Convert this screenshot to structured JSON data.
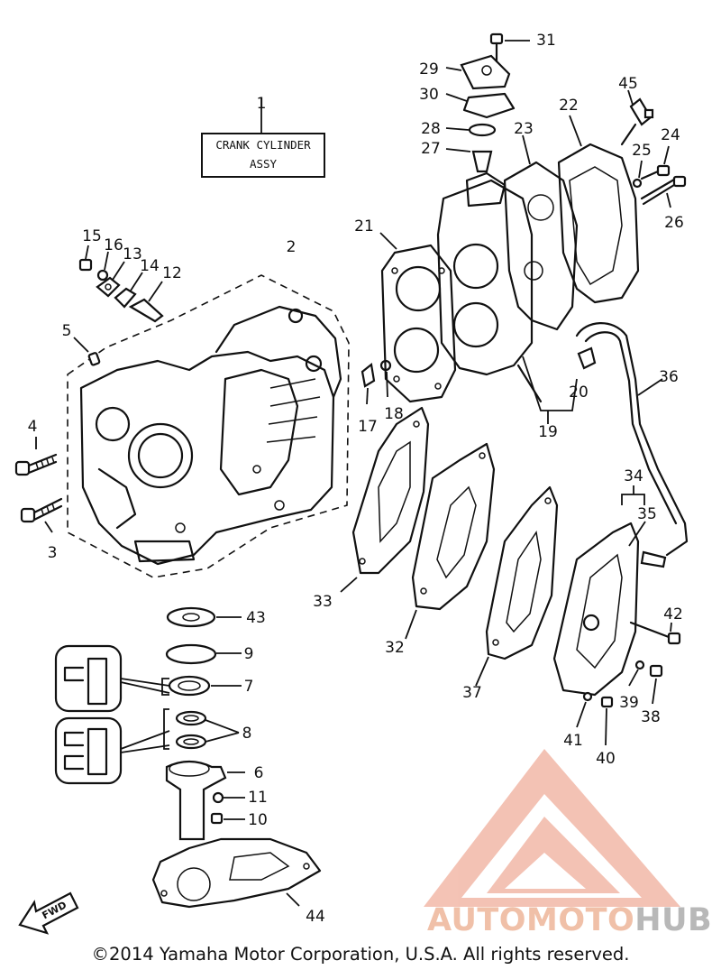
{
  "assembly_label": {
    "line1": "CRANK CYLINDER",
    "line2": "ASSY"
  },
  "callouts": [
    "1",
    "2",
    "3",
    "4",
    "5",
    "6",
    "7",
    "8",
    "9",
    "10",
    "11",
    "12",
    "13",
    "14",
    "15",
    "16",
    "17",
    "18",
    "19",
    "20",
    "21",
    "22",
    "23",
    "24",
    "25",
    "26",
    "27",
    "28",
    "29",
    "30",
    "31",
    "32",
    "33",
    "34",
    "35",
    "36",
    "37",
    "38",
    "39",
    "40",
    "41",
    "42",
    "43",
    "44",
    "45"
  ],
  "direction_label": "FWD",
  "watermark": {
    "part1": "AUTOMOTO",
    "part2": "HUB",
    "colors": {
      "triangle": "#f2b8a8",
      "text_primary": "#f0c0a8",
      "text_secondary": "#b8b8b8"
    }
  },
  "copyright": "©2014 Yamaha Motor Corporation, U.S.A. All rights reserved."
}
